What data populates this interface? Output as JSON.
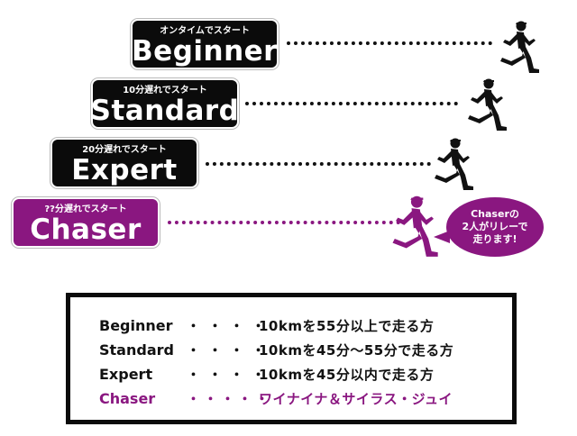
{
  "tiers": [
    {
      "sub": "オンタイムでスタート",
      "name": "Beginner"
    },
    {
      "sub": "10分遅れでスタート",
      "name": "Standard"
    },
    {
      "sub": "20分遅れでスタート",
      "name": "Expert"
    },
    {
      "sub": "??分遅れでスタート",
      "name": "Chaser"
    }
  ],
  "bubble": {
    "line1": "Chaserの",
    "line2": "2人がリレーで",
    "line3": "走ります!"
  },
  "legend": [
    {
      "name": "Beginner",
      "dots": "・・・・",
      "desc": "10kmを55分以上で走る方"
    },
    {
      "name": "Standard",
      "dots": "・・・・",
      "desc": "10kmを45分～55分で走る方"
    },
    {
      "name": "Expert",
      "dots": "・・・・",
      "desc": "10kmを45分以内で走る方"
    },
    {
      "name": "Chaser",
      "dots": "・・・・・",
      "desc": "ワイナイナ＆サイラス・ジュイ"
    }
  ],
  "colors": {
    "black": "#0b0b0b",
    "purple": "#8a1780"
  },
  "icons": [
    "runner-icon"
  ]
}
